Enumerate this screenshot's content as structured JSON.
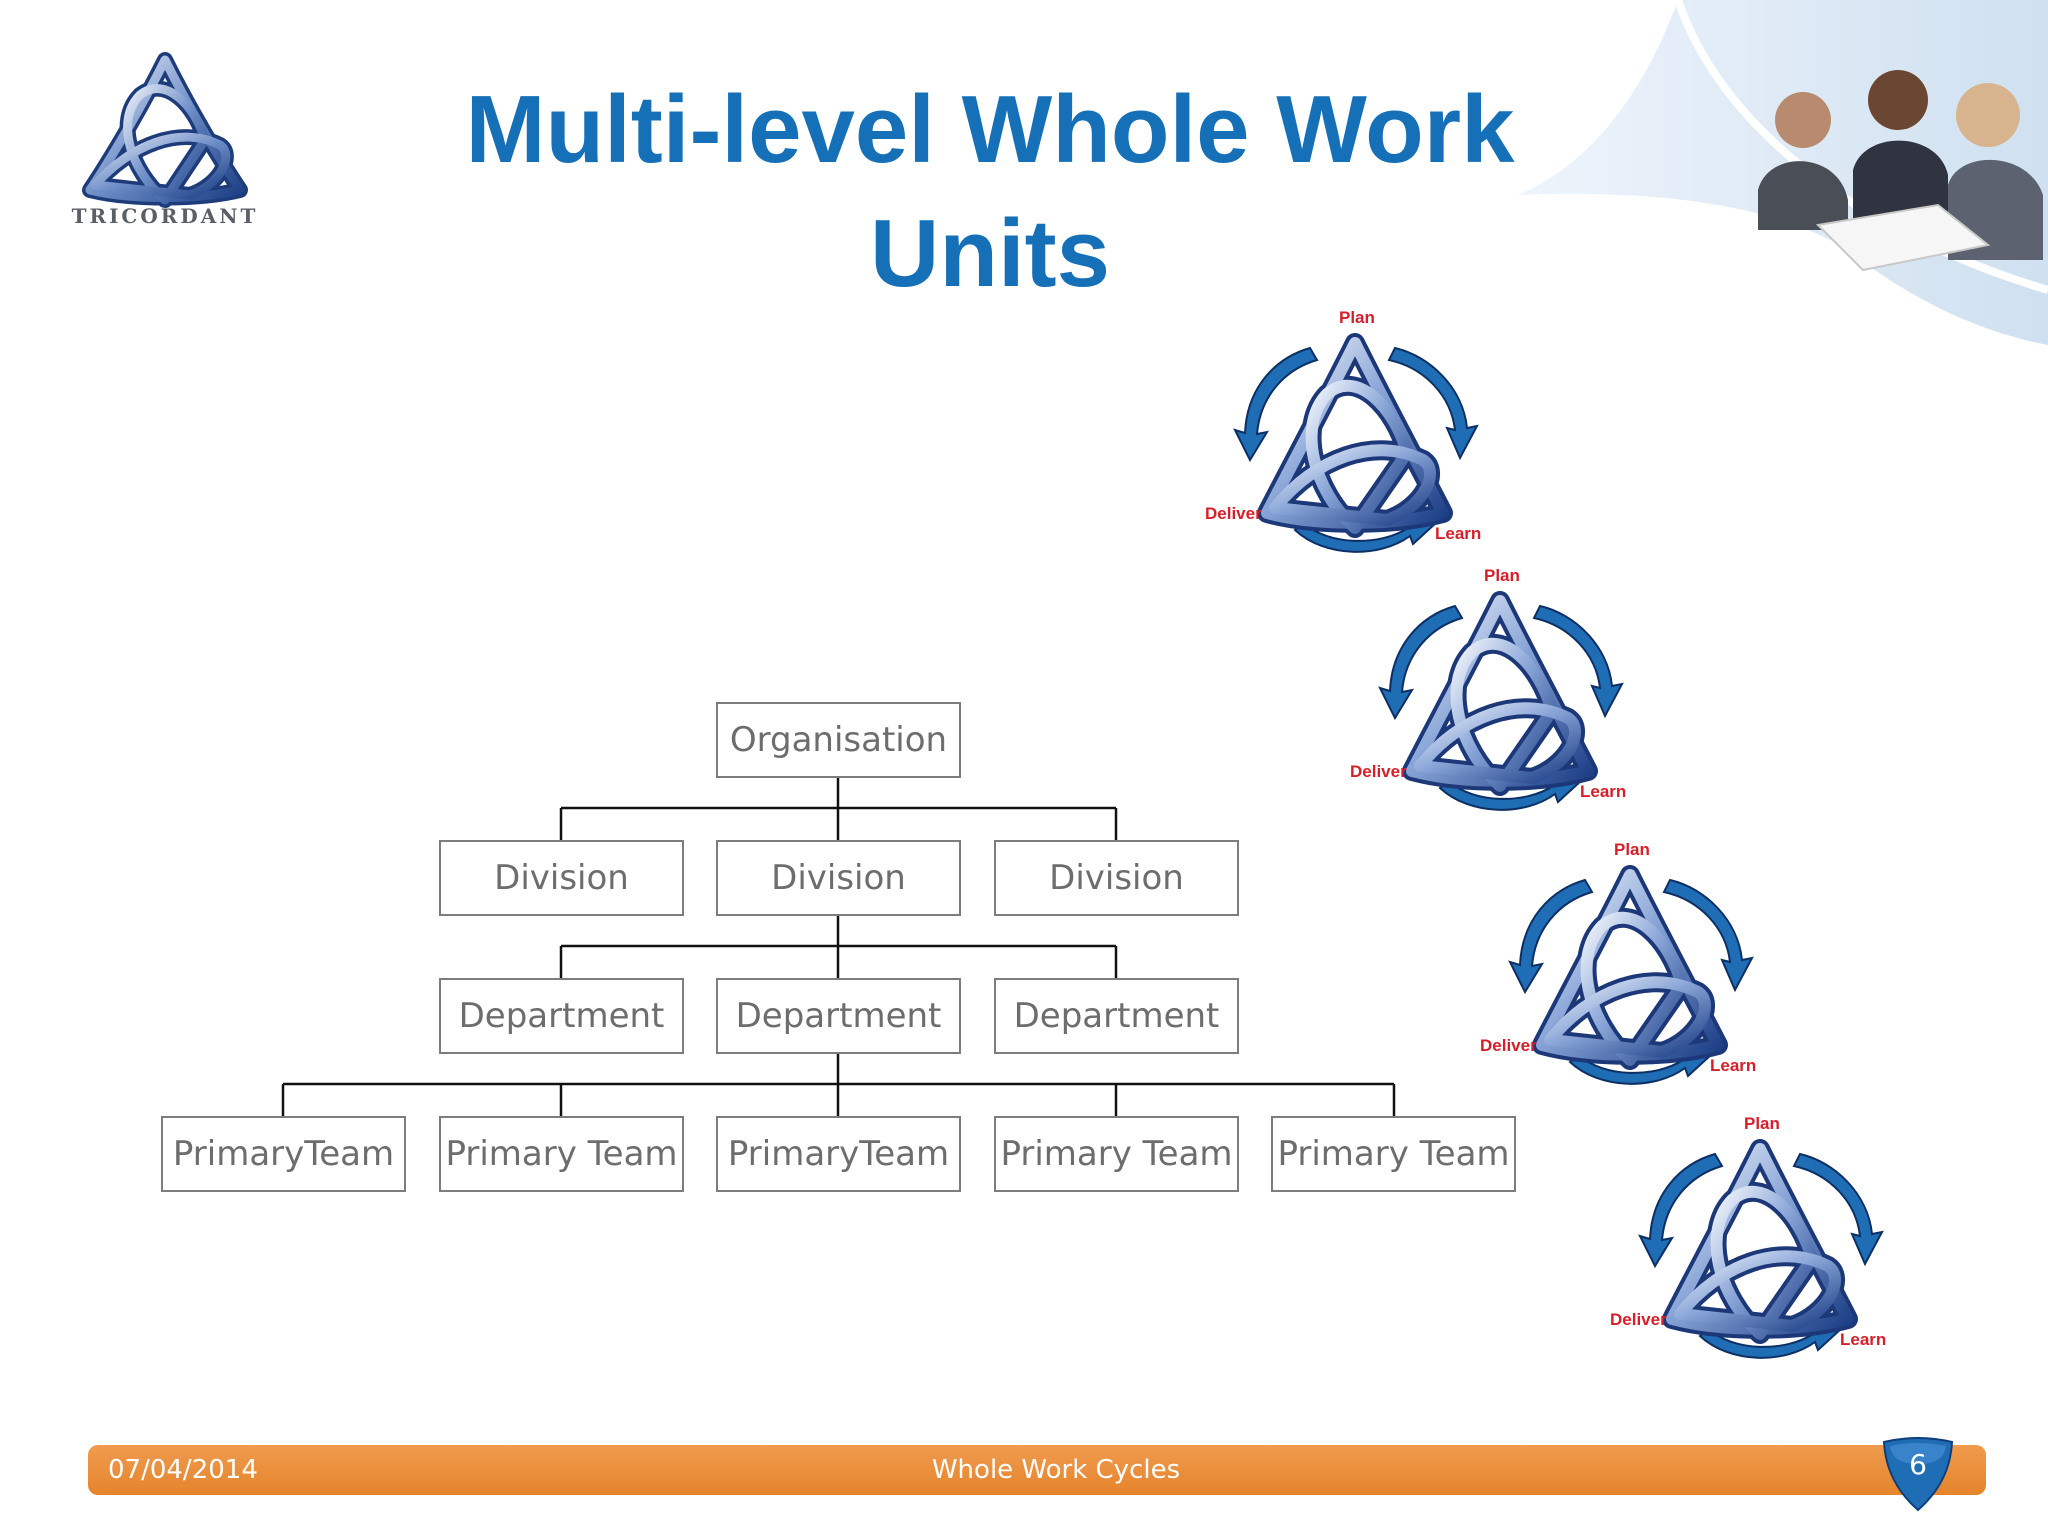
{
  "logo": {
    "caption": "TRICORDANT"
  },
  "title": "Multi-level Whole Work Units",
  "org": {
    "top": "Organisation",
    "divisions": [
      "Division",
      "Division",
      "Division"
    ],
    "departments": [
      "Department",
      "Department",
      "Department"
    ],
    "teams": [
      "PrimaryTeam",
      "Primary Team",
      "PrimaryTeam",
      "Primary Team",
      "Primary Team"
    ]
  },
  "cycles": [
    {
      "plan": "Plan",
      "deliver": "Deliver",
      "learn": "Learn"
    },
    {
      "plan": "Plan",
      "deliver": "Deliver",
      "learn": "Learn"
    },
    {
      "plan": "Plan",
      "deliver": "Deliver",
      "learn": "Learn"
    },
    {
      "plan": "Plan",
      "deliver": "Deliver",
      "learn": "Learn"
    }
  ],
  "footer": {
    "date": "07/04/2014",
    "center": "Whole Work Cycles",
    "page": "6"
  },
  "colors": {
    "title": "#1670b8",
    "footer": "#e5842c",
    "cycle_label": "#d61f2a",
    "arrow": "#1f6db5"
  }
}
